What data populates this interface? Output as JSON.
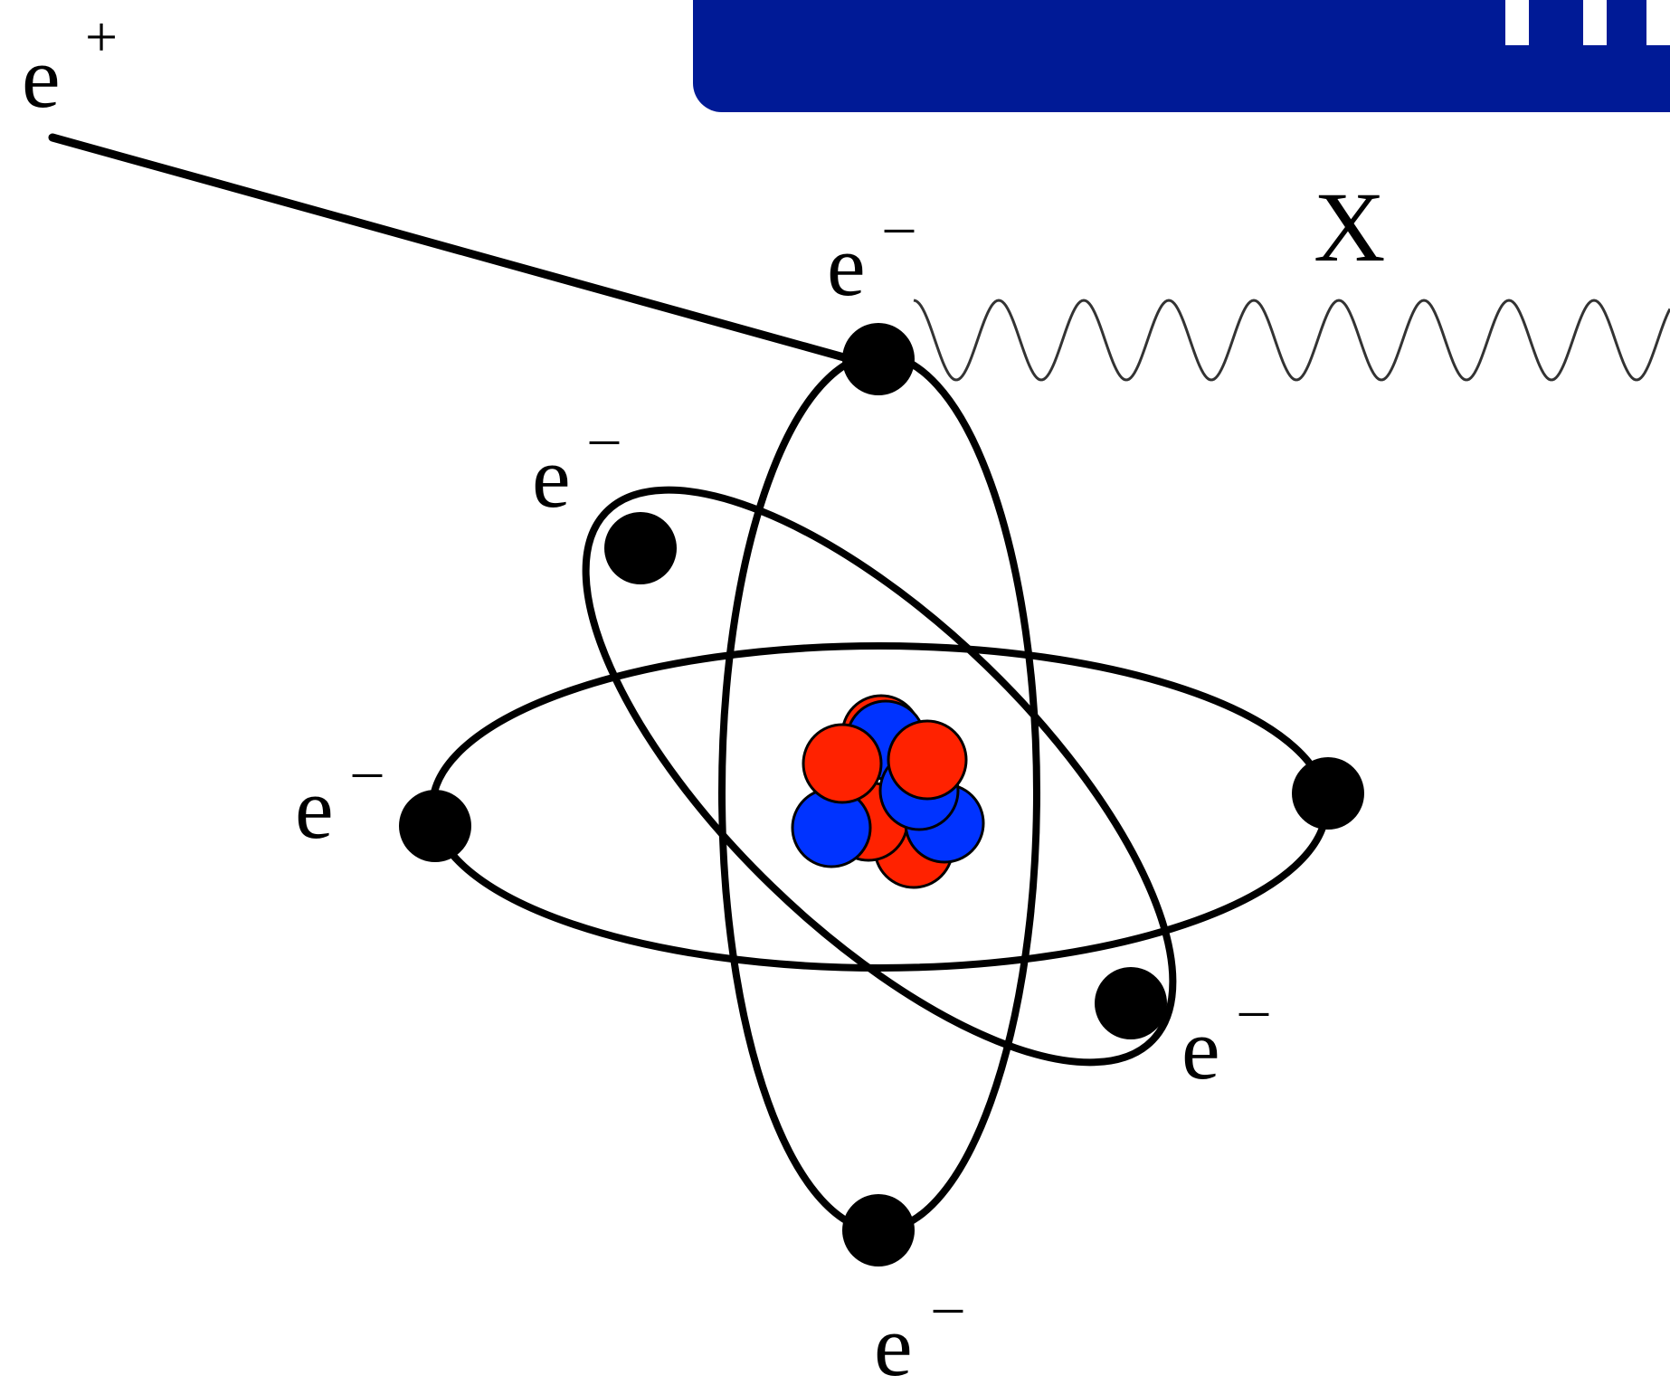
{
  "header_bar": {
    "color": "#001a96",
    "visible_text": ""
  },
  "colors": {
    "proton": "#ff2200",
    "neutron": "#0033ff",
    "electron": "#000000",
    "photon_wave": "#333333"
  },
  "labels": {
    "positron_base": "e",
    "positron_charge": "+",
    "electron_base": "e",
    "electron_charge": "–",
    "emitted_particle": "X"
  }
}
